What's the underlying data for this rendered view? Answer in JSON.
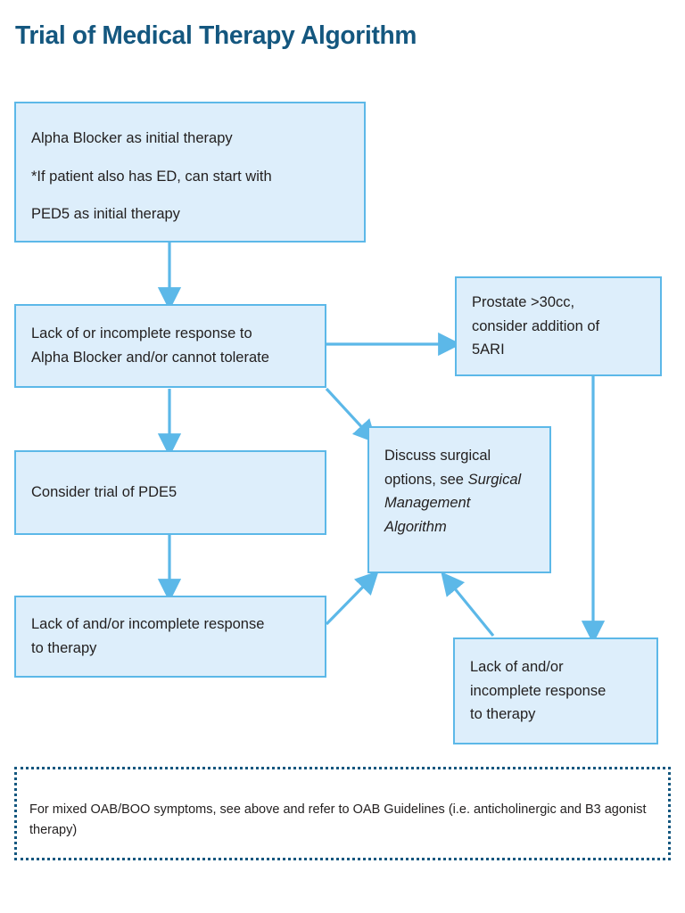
{
  "document": {
    "title": "Trial of Medical Therapy Algorithm",
    "accent_color": "#14577f",
    "node_fill_color": "#ddeefb",
    "node_border_color": "#5cb8e8",
    "arrow_color": "#5cb8e8",
    "text_color": "#221f1f"
  },
  "chart_data": {
    "type": "diagram",
    "title": "Trial of Medical Therapy Algorithm",
    "nodes": [
      {
        "id": "alpha_blocker",
        "lines": [
          "Alpha Blocker as initial therapy",
          "*If patient also has ED, can start with PED5 as initial therapy"
        ]
      },
      {
        "id": "lack_alpha",
        "lines": [
          "Lack of or incomplete response to",
          "Alpha Blocker and/or cannot tolerate"
        ]
      },
      {
        "id": "prostate",
        "lines": [
          "Prostate >30cc,",
          "consider addition of",
          "5ARI"
        ]
      },
      {
        "id": "discuss_surgical",
        "lines": [
          "Discuss surgical",
          "options, see Surgical",
          "Management",
          "Algorithm"
        ],
        "italic_part": "Surgical Management Algorithm"
      },
      {
        "id": "consider_pde5",
        "lines": [
          "Consider trial of PDE5"
        ]
      },
      {
        "id": "lack_therapy_left",
        "lines": [
          "Lack of and/or incomplete response",
          "to therapy"
        ]
      },
      {
        "id": "lack_therapy_right",
        "lines": [
          "Lack of and/or",
          "incomplete response",
          "to therapy"
        ]
      }
    ],
    "edges": [
      {
        "from": "alpha_blocker",
        "to": "lack_alpha",
        "style": "vertical-down"
      },
      {
        "from": "lack_alpha",
        "to": "prostate",
        "style": "horizontal-right"
      },
      {
        "from": "lack_alpha",
        "to": "discuss_surgical",
        "style": "diagonal-down-right"
      },
      {
        "from": "lack_alpha",
        "to": "consider_pde5",
        "style": "vertical-down"
      },
      {
        "from": "consider_pde5",
        "to": "lack_therapy_left",
        "style": "vertical-down"
      },
      {
        "from": "lack_therapy_left",
        "to": "discuss_surgical",
        "style": "diagonal-up-right"
      },
      {
        "from": "prostate",
        "to": "lack_therapy_right",
        "style": "vertical-down"
      },
      {
        "from": "lack_therapy_right",
        "to": "discuss_surgical",
        "style": "diagonal-up-left"
      }
    ]
  },
  "nodes": {
    "alpha_blocker": {
      "line1": "Alpha Blocker as initial therapy",
      "line2": "*If patient also has ED, can start with",
      "line3": "PED5 as initial therapy"
    },
    "lack_alpha": {
      "line1": "Lack of or incomplete response to",
      "line2": "Alpha Blocker and/or cannot tolerate"
    },
    "prostate": {
      "line1": "Prostate >30cc,",
      "line2": "consider addition of",
      "line3": "5ARI"
    },
    "discuss_surgical": {
      "line1_plain": "Discuss surgical",
      "line2_plain": "options, see ",
      "line2_italic": "Surgical",
      "line3_italic": "Management",
      "line4_italic": "Algorithm"
    },
    "consider_pde5": {
      "line1": "Consider trial of PDE5"
    },
    "lack_therapy_left": {
      "line1": "Lack of and/or incomplete response",
      "line2": "to therapy"
    },
    "lack_therapy_right": {
      "line1": "Lack of and/or",
      "line2": "incomplete response",
      "line3": "to therapy"
    }
  },
  "footnote": {
    "text": "For mixed OAB/BOO symptoms, see above and refer to OAB Guidelines (i.e. anticholinergic and B3 agonist therapy)"
  }
}
